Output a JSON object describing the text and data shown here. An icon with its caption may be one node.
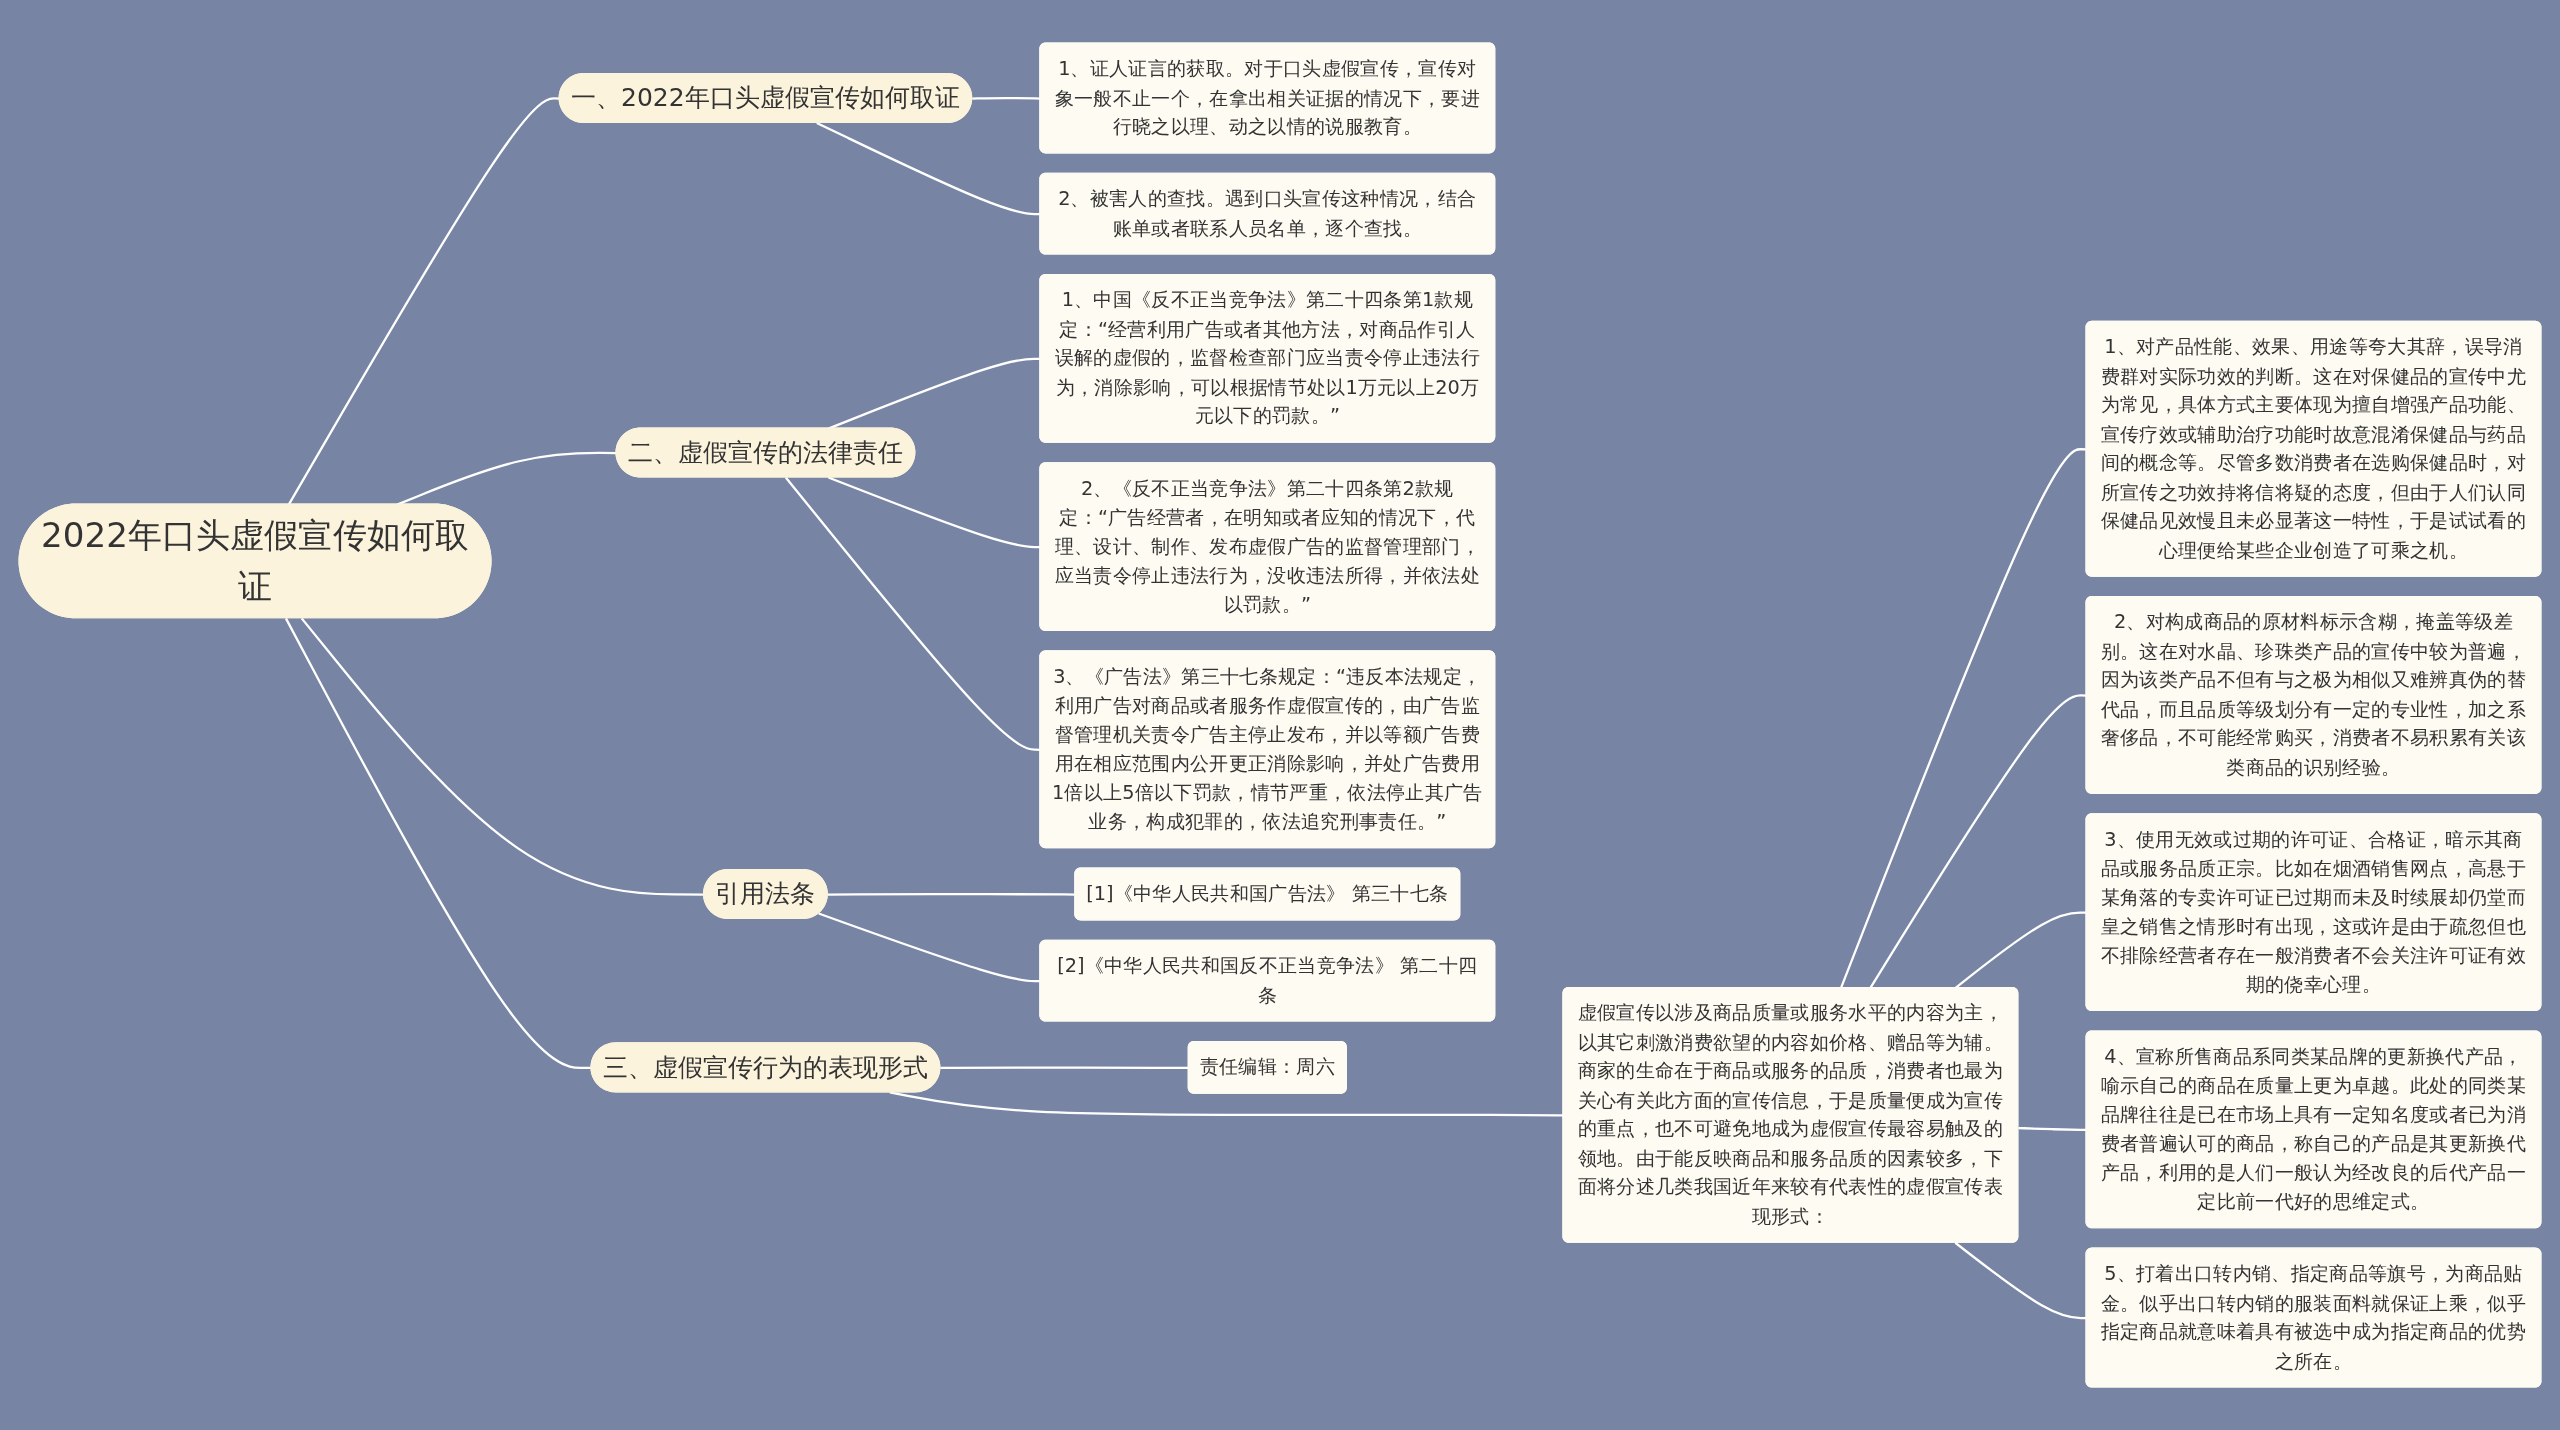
{
  "diagram": {
    "nodes": [
      {
        "text": [
          "2022年口头虚假宣传如何取证"
        ]
      },
      {
        "text": [
          "一、2022年口头虚假宣传如何取证"
        ]
      },
      {
        "text": [
          "1、证人证言的获取。对于口头虚假宣传，宣传对象一般不止一个，在拿出相关证据的情况下，要进行晓之以理、动之以情的说服教育。"
        ]
      },
      {
        "text": [
          "2、被害人的查找。遇到口头宣传这种情况，结合账单或者联系人员名单，逐个查找。"
        ]
      },
      {
        "text": [
          "二、虚假宣传的法律责任"
        ]
      },
      {
        "text": [
          "1、中国《反不正当竞争法》第二十四条第1款规定：“经营利用广告或者其他方法，对商品作引人误解的虚假的，监督检查部门应当责令停止违法行为，消除影响，可以根据情节处以1万元以上20万元以下的罚款。”"
        ]
      },
      {
        "text": [
          "2、《反不正当竞争法》第二十四条第2款规定：“广告经营者，在明知或者应知的情况下，代理、设计、制作、发布虚假广告的监督管理部门，应当责令停止违法行为，没收违法所得，并依法处以罚款。”"
        ]
      },
      {
        "text": [
          "3、《广告法》第三十七条规定：“违反本法规定，利用广告对商品或者服务作虚假宣传的，由广告监督管理机关责令广告主停止发布，并以等额广告费用在相应范围内公开更正消除影响，并处广告费用1倍以上5倍以下罚款，情节严重，依法停止其广告业务，构成犯罪的，依法追究刑事责任。”"
        ]
      },
      {
        "text": [
          "引用法条"
        ]
      },
      {
        "text": [
          "[1]《中华人民共和国广告法》 第三十七条"
        ]
      },
      {
        "text": [
          "[2]《中华人民共和国反不正当竞争法》 第二十四条"
        ]
      },
      {
        "text": [
          "三、虚假宣传行为的表现形式"
        ]
      },
      {
        "text": [
          "虚假宣传以涉及商品质量或服务水平的内容为主，以其它刺激消费欲望的内容如价格、赠品等为辅。商家的生命在于商品或服务的品质，消费者也最为关心有关此方面的宣传信息，于是质量便成为宣传的重点，也不可避免地成为虚假宣传最容易触及的领地。由于能反映商品和服务品质的因素较多，下面将分述几类我国近年来较有代表性的虚假宣传表现形式："
        ]
      },
      {
        "text": [
          "1、对产品性能、效果、用途等夸大其辞，误导消费群对实际功效的判断。这在对保健品的宣传中尤为常见，具体方式主要体现为擅自增强产品功能、宣传疗效或辅助治疗功能时故意混淆保健品与药品间的概念等。尽管多数消费者在选购保健品时，对所宣传之功效持将信将疑的态度，但由于人们认同保健品见效慢且未必显著这一特性，于是试试看的心理便给某些企业创造了可乘之机。"
        ]
      },
      {
        "text": [
          "2、对构成商品的原材料标示含糊，掩盖等级差别。这在对水晶、珍珠类产品的宣传中较为普遍，因为该类产品不但有与之极为相似又难辨真伪的替代品，而且品质等级划分有一定的专业性，加之系奢侈品，不可能经常购买，消费者不易积累有关该类商品的识别经验。"
        ]
      },
      {
        "text": [
          "3、使用无效或过期的许可证、合格证，暗示其商品或服务品质正宗。比如在烟酒销售网点，高悬于某角落的专卖许可证已过期而未及时续展却仍堂而皇之销售之情形时有出现，这或许是由于疏忽但也不排除经营者存在一般消费者不会关注许可证有效期的侥幸心理。"
        ]
      },
      {
        "text": [
          "4、宣称所售商品系同类某品牌的更新换代产品，喻示自己的商品在质量上更为卓越。此处的同类某品牌往往是已在市场上具有一定知名度或者已为消费者普遍认可的商品，称自己的产品是其更新换代产品，利用的是人们一般认为经改良的后代产品一定比前一代好的思维定式。"
        ]
      },
      {
        "text": [
          "5、打着出口转内销、指定商品等旗号，为商品贴金。似乎出口转内销的服装面料就保证上乘，似乎指定商品就意味着具有被选中成为指定商品的优势之所在。"
        ]
      },
      {
        "text": [
          "责任编辑：周六"
        ]
      }
    ],
    "edges": [
      {
        "from": 0,
        "to": 1,
        "arrow": "none"
      },
      {
        "from": 1,
        "to": 2,
        "arrow": "none"
      },
      {
        "from": 1,
        "to": 3,
        "arrow": "none"
      },
      {
        "from": 0,
        "to": 4,
        "arrow": "none"
      },
      {
        "from": 4,
        "to": 5,
        "arrow": "none"
      },
      {
        "from": 4,
        "to": 6,
        "arrow": "none"
      },
      {
        "from": 4,
        "to": 7,
        "arrow": "none"
      },
      {
        "from": 0,
        "to": 8,
        "arrow": "none"
      },
      {
        "from": 8,
        "to": 9,
        "arrow": "none"
      },
      {
        "from": 8,
        "to": 10,
        "arrow": "none"
      },
      {
        "from": 0,
        "to": 11,
        "arrow": "none"
      },
      {
        "from": 11,
        "to": 12,
        "arrow": "none"
      },
      {
        "from": 12,
        "to": 13,
        "arrow": "none"
      },
      {
        "from": 12,
        "to": 14,
        "arrow": "none"
      },
      {
        "from": 12,
        "to": 15,
        "arrow": "none"
      },
      {
        "from": 12,
        "to": 16,
        "arrow": "none"
      },
      {
        "from": 12,
        "to": 17,
        "arrow": "none"
      },
      {
        "from": 11,
        "to": 18,
        "arrow": "none"
      }
    ]
  }
}
